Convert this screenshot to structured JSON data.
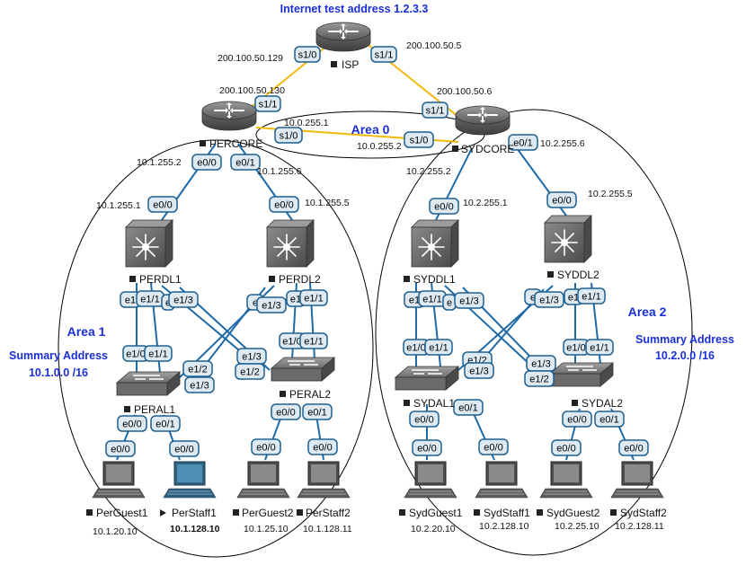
{
  "title": "Internet test address 1.2.3.3",
  "areas": {
    "area0": "Area 0",
    "area1": "Area 1",
    "area2": "Area 2",
    "summary1_title": "Summary Address",
    "summary1_value": "10.1.0.0 /16",
    "summary2_title": "Summary Address",
    "summary2_value": "10.2.0.0 /16"
  },
  "devices": {
    "isp": "ISP",
    "percore": "PERCORE",
    "sydcore": "SYDCORE",
    "perdl1": "PERDL1",
    "perdl2": "PERDL2",
    "syddl1": "SYDDL1",
    "syddl2": "SYDDL2",
    "peral1": "PERAL1",
    "peral2": "PERAL2",
    "sydal1": "SYDAL1",
    "sydal2": "SYDAL2",
    "perguest1": "PerGuest1",
    "perstaff1": "PerStaff1",
    "perguest2": "PerGuest2",
    "perstaff2": "PerStaff2",
    "sydguest1": "SydGuest1",
    "sydstaff1": "SydStaff1",
    "sydguest2": "SydGuest2",
    "sydstaff2": "SydStaff2"
  },
  "ips": {
    "isp_s10": "200.100.50.129",
    "isp_s11": "200.100.50.5",
    "percore_s11": "200.100.50.130",
    "sydcore_s11": "200.100.50.6",
    "percore_s10": "10.0.255.1",
    "sydcore_s10": "10.0.255.2",
    "percore_e00": "10.1.255.2",
    "percore_e01": "10.1.255.6",
    "perdl1_e00": "10.1.255.1",
    "perdl2_e00": "10.1.255.5",
    "sydcore_e00": "10.2.255.2",
    "sydcore_e01": "10.2.255.6",
    "syddl1_e00": "10.2.255.1",
    "syddl2_e00": "10.2.255.5",
    "perguest1": "10.1.20.10",
    "perstaff1": "10.1.128.10",
    "perguest2": "10.1.25.10",
    "perstaff2": "10.1.128.11",
    "sydguest1": "10.2.20.10",
    "sydstaff1": "10.2.128.10",
    "sydguest2": "10.2.25.10",
    "sydstaff2": "10.2.128.11"
  },
  "ifaces": {
    "s10": "s1/0",
    "s11": "s1/1",
    "e00": "e0/0",
    "e01": "e0/1",
    "e10": "e1/0",
    "e11": "e1/1",
    "e12": "e1/2",
    "e13": "e1/3",
    "e1_partial": "e1",
    "e10_partial": "e1/0",
    "e_partial": "e"
  },
  "colors": {
    "ethernet_link": "#1f6aa8",
    "serial_link": "#f2b90c",
    "label_blue": "#1a2fd6"
  }
}
